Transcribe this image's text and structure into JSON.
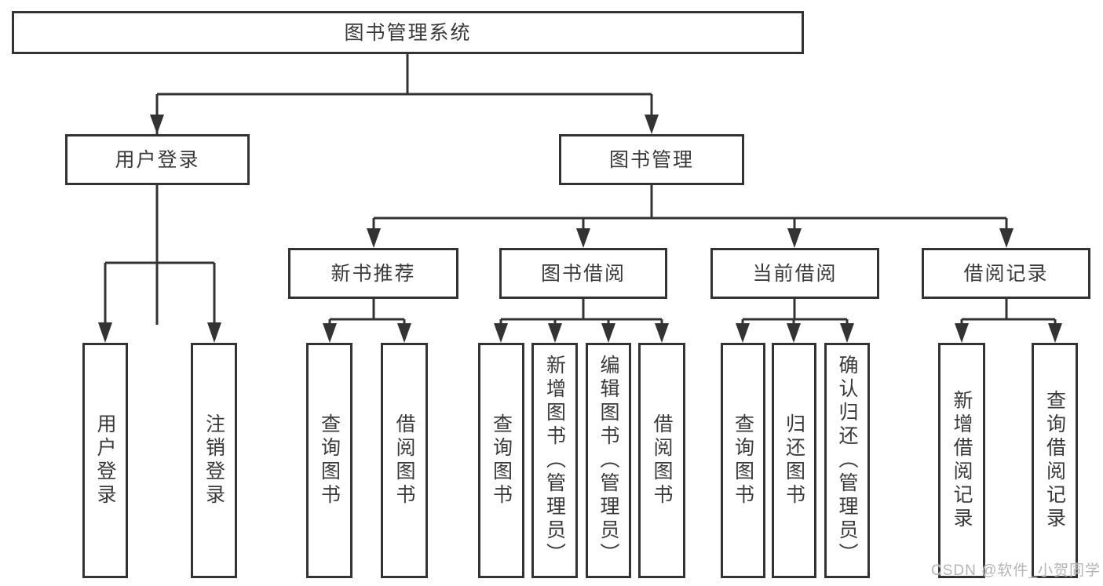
{
  "diagram": {
    "type": "hierarchy-tree",
    "root": {
      "label": "图书管理系统"
    },
    "branches": [
      {
        "label": "用户登录",
        "children": [
          {
            "label": "用户登录"
          },
          {
            "label": "注销登录"
          }
        ]
      },
      {
        "label": "图书管理",
        "children": [
          {
            "label": "新书推荐",
            "children": [
              {
                "label": "查询图书"
              },
              {
                "label": "借阅图书"
              }
            ]
          },
          {
            "label": "图书借阅",
            "children": [
              {
                "label": "查询图书"
              },
              {
                "label": "新增图书（管理员）"
              },
              {
                "label": "编辑图书（管理员）"
              },
              {
                "label": "借阅图书"
              }
            ]
          },
          {
            "label": "当前借阅",
            "children": [
              {
                "label": "查询图书"
              },
              {
                "label": "归还图书"
              },
              {
                "label": "确认归还（管理员）"
              }
            ]
          },
          {
            "label": "借阅记录",
            "children": [
              {
                "label": "新增借阅记录"
              },
              {
                "label": "查询借阅记录"
              }
            ]
          }
        ]
      }
    ],
    "watermark": "CSDN @软件_小贺同学"
  },
  "colors": {
    "line": "#333333",
    "text": "#3a3a3a",
    "watermark": "#b5b5b5",
    "background": "#ffffff"
  }
}
